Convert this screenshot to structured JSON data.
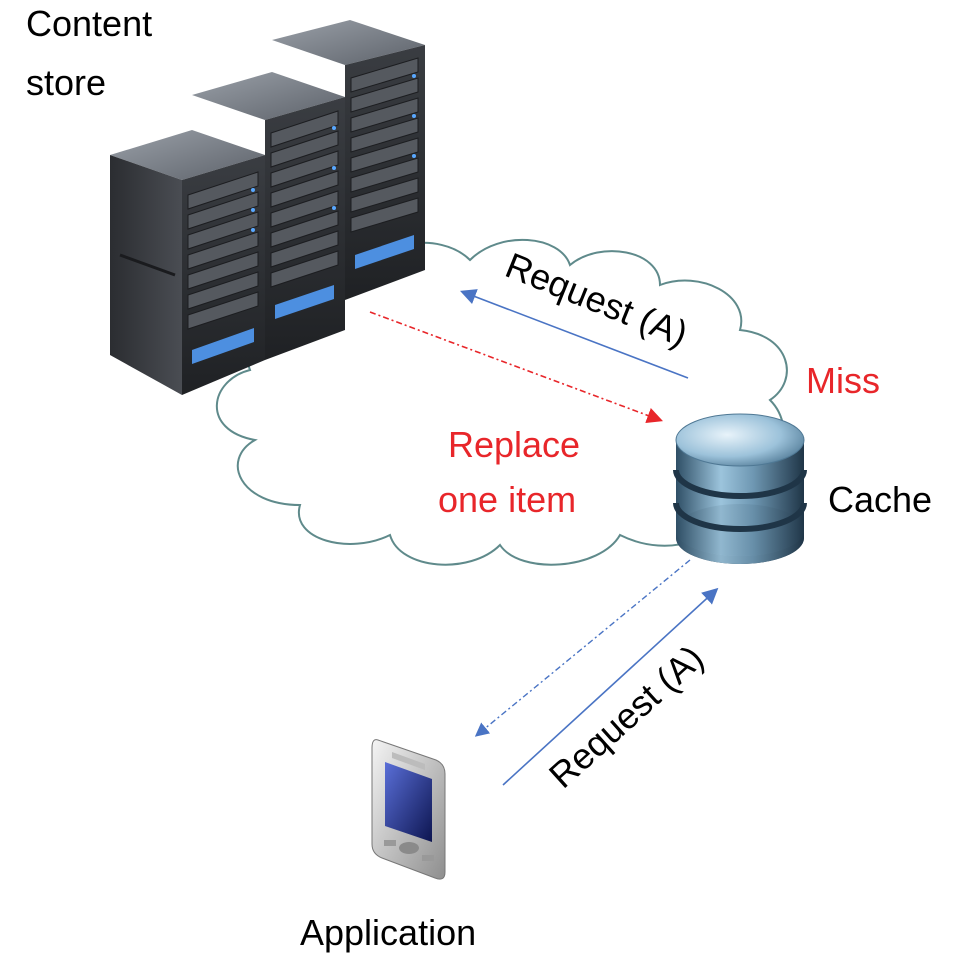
{
  "labels": {
    "content_store_line1": "Content",
    "content_store_line2": "store",
    "request_upper": "Request (A)",
    "miss": "Miss",
    "replace_line1": "Replace",
    "replace_line2": "one item",
    "cache": "Cache",
    "request_lower": "Request (A)",
    "application": "Application"
  },
  "colors": {
    "text": "#000000",
    "highlight": "#e8262a",
    "request_arrow": "#4a74c4",
    "cloud_stroke": "#5f8a8b"
  }
}
